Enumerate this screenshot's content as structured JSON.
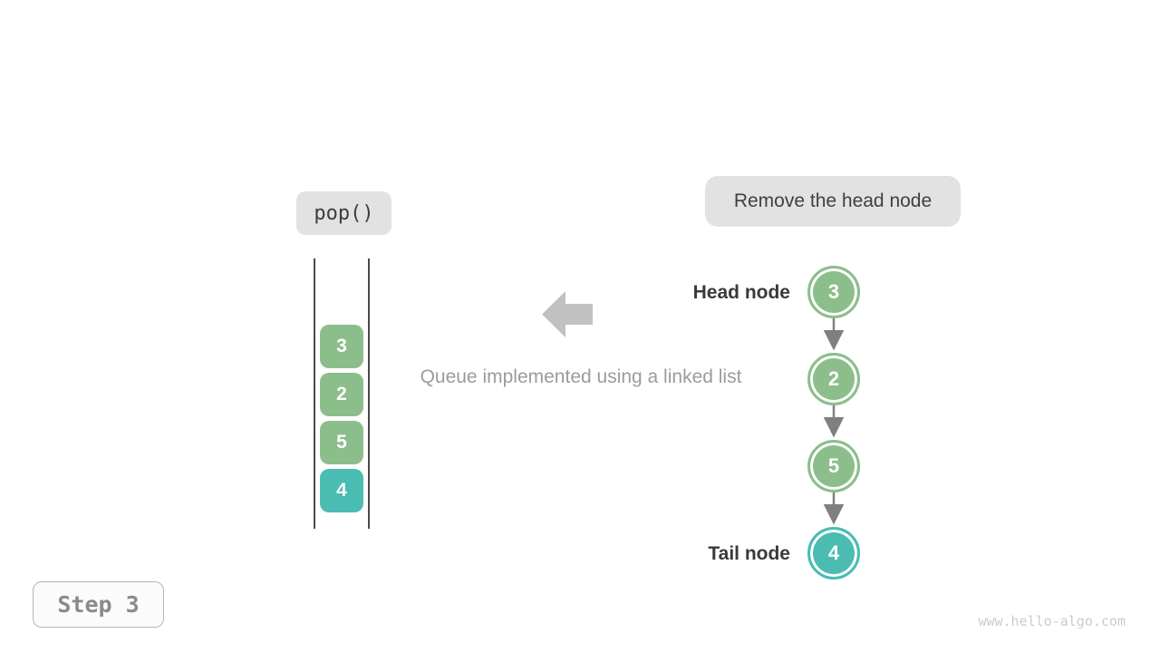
{
  "colors": {
    "background": "#ffffff",
    "node_green": "#8CBE8C",
    "node_teal": "#4BBCB2",
    "label_box_bg": "#E2E2E2",
    "big_arrow_gray": "#C1C1C1",
    "caption_text": "#9B9B9B",
    "heading_text": "#3A3A3A",
    "connector_gray": "#7F7F7F",
    "container_line": "#4A4A4A",
    "step_text": "#8A8A8A",
    "step_border": "#B5B5B5",
    "step_bg": "#FBFBFB",
    "watermark_text": "#CBCBCB"
  },
  "operation_label": "pop()",
  "annotation": "Remove the head node",
  "caption": "Queue implemented using a linked list",
  "queue_stack": {
    "items": [
      {
        "value": "3",
        "color": "#8CBE8C"
      },
      {
        "value": "2",
        "color": "#8CBE8C"
      },
      {
        "value": "5",
        "color": "#8CBE8C"
      },
      {
        "value": "4",
        "color": "#4BBCB2"
      }
    ]
  },
  "linked_list": {
    "head_label": "Head node",
    "tail_label": "Tail node",
    "nodes": [
      {
        "value": "3",
        "color": "#8CBE8C"
      },
      {
        "value": "2",
        "color": "#8CBE8C"
      },
      {
        "value": "5",
        "color": "#8CBE8C"
      },
      {
        "value": "4",
        "color": "#4BBCB2"
      }
    ]
  },
  "step_badge": "Step 3",
  "watermark": "www.hello-algo.com"
}
